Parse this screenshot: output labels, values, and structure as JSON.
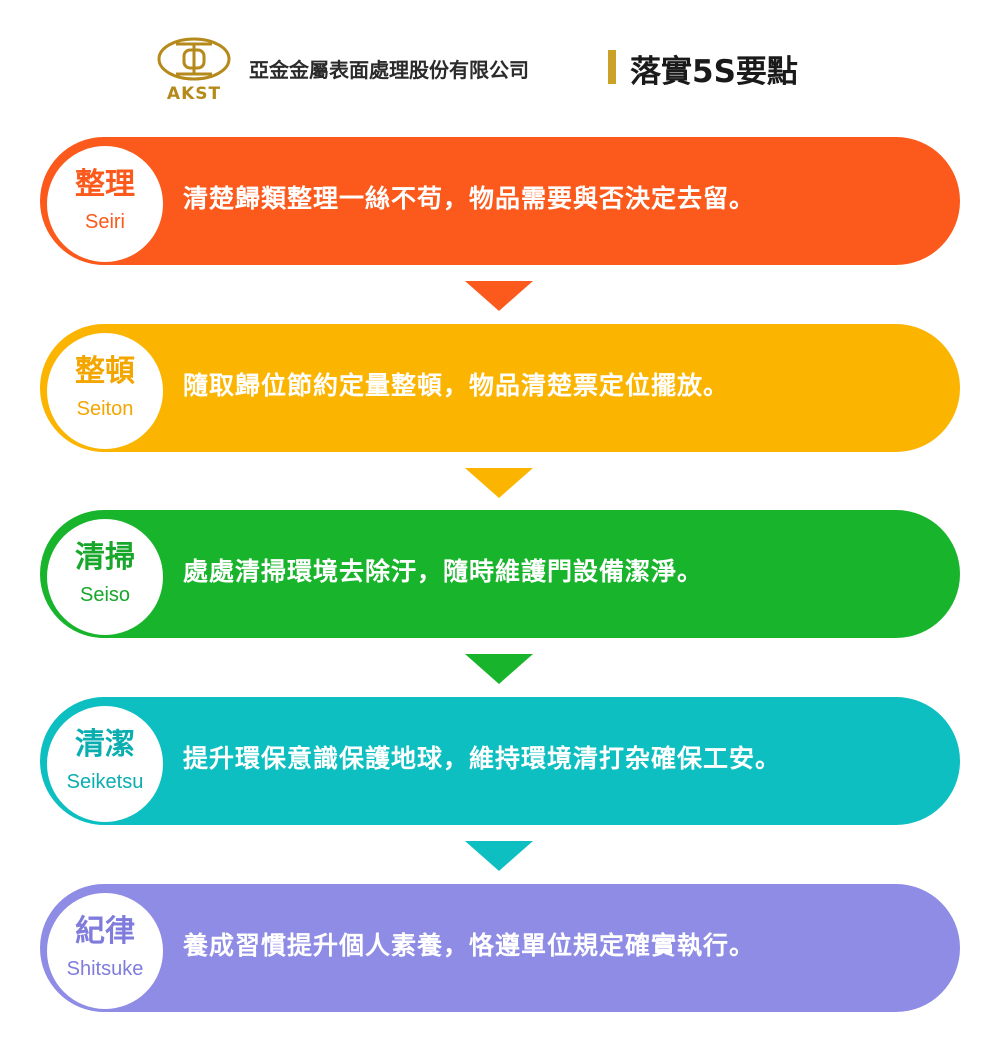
{
  "header": {
    "logo_text": "AKST",
    "company_name": "亞金金屬表面處理股份有限公司",
    "title": "落實5S要點"
  },
  "colors": {
    "brand_gold": "#c9a227",
    "step1": "#fb5a1c",
    "step2": "#fbb400",
    "step3": "#18b42c",
    "step4": "#0dbfc1",
    "step5": "#8f8ce6"
  },
  "steps": [
    {
      "name_cn": "整理",
      "name_en": "Seiri",
      "description": "清楚歸類整理一絲不苟，物品需要與否決定去留。"
    },
    {
      "name_cn": "整頓",
      "name_en": "Seiton",
      "description": "隨取歸位節約定量整頓，物品清楚票定位擺放。"
    },
    {
      "name_cn": "清掃",
      "name_en": "Seiso",
      "description": "處處清掃環境去除汙，隨時維護門設備潔淨。"
    },
    {
      "name_cn": "清潔",
      "name_en": "Seiketsu",
      "description": "提升環保意識保護地球，維持環境清打杂確保工安。"
    },
    {
      "name_cn": "紀律",
      "name_en": "Shitsuke",
      "description": "養成習慣提升個人素養，恪遵單位規定確實執行。"
    }
  ]
}
